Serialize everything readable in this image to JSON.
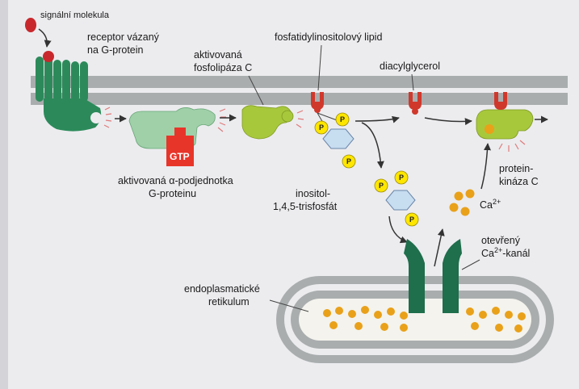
{
  "labels": {
    "signal_molecule": "signální molekula",
    "receptor_line1": "receptor vázaný",
    "receptor_line2": "na G-protein",
    "plc_line1": "aktivovaná",
    "plc_line2": "fosfolipáza C",
    "pip2": "fosfatidylinositolový lipid",
    "dag": "diacylglycerol",
    "galpha_line1": "aktivovaná α-podjednotka",
    "galpha_line2": "G-proteinu",
    "gtp": "GTP",
    "ip3_line1": "inositol-",
    "ip3_line2": "1,4,5-trisfosfát",
    "pkc_line1": "protein-",
    "pkc_line2": "kináza C",
    "ca_ion": "Ca",
    "ca_charge": "2+",
    "channel_line1": "otevřený",
    "channel_ca": "Ca",
    "channel_charge": "2+",
    "channel_suffix": "-kanál",
    "er_line1": "endoplasmatické",
    "er_line2": "retikulum",
    "phosphate": "P"
  },
  "colors": {
    "membrane": "#a9adae",
    "receptor": "#2c8a5a",
    "galpha": "#9fd0a8",
    "plc": "#a8c83c",
    "pkc": "#a8c83c",
    "lipid_head": "#d0382c",
    "phosphate": "#ffe600",
    "inositol_ring": "#c7ddf0",
    "gtp_box": "#e8352a",
    "calcium": "#e9a11a",
    "er_lumen": "#f4f3ed",
    "channel": "#1f6e4c",
    "signal_molecule": "#c8282c"
  }
}
